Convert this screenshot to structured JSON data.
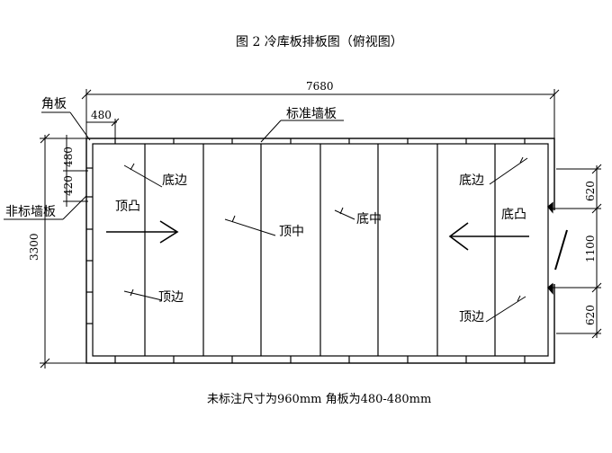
{
  "caption": "图 2   冷库板排板图（俯视图）",
  "dimensions": {
    "total_length": "7680",
    "corner_width": "480",
    "left_top": "480",
    "left_mid": "420",
    "height": "3300",
    "right_top": "620",
    "right_mid": "1100",
    "right_bottom": "620"
  },
  "labels": {
    "corner_panel": "角板",
    "standard_wall_panel": "标准墙板",
    "non_standard_wall_panel": "非标墙板",
    "top_convex": "顶凸",
    "bottom_convex": "底凸",
    "bottom_edge_left": "底边",
    "top_edge_left": "顶边",
    "top_middle": "顶中",
    "bottom_middle": "底中",
    "bottom_edge_right": "底边",
    "top_edge_right": "顶边"
  },
  "footnote": "未标注尺寸为960mm    角板为480-480mm"
}
